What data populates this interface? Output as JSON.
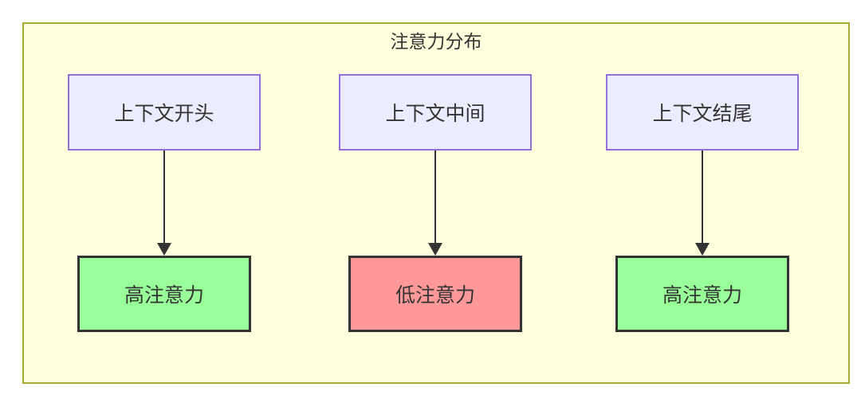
{
  "diagram": {
    "title": "注意力分布",
    "columns": [
      {
        "source": {
          "label": "上下文开头"
        },
        "target": {
          "label": "高注意力",
          "type": "high"
        }
      },
      {
        "source": {
          "label": "上下文中间"
        },
        "target": {
          "label": "低注意力",
          "type": "low"
        }
      },
      {
        "source": {
          "label": "上下文结尾"
        },
        "target": {
          "label": "高注意力",
          "type": "high"
        }
      }
    ],
    "colors": {
      "container_fill": "#ffffde",
      "container_stroke": "#aaaa33",
      "source_fill": "#ececff",
      "source_stroke": "#9370db",
      "high_fill": "#99ff99",
      "low_fill": "#ff9999",
      "result_stroke": "#333333",
      "arrow": "#333333",
      "text": "#333333"
    }
  }
}
